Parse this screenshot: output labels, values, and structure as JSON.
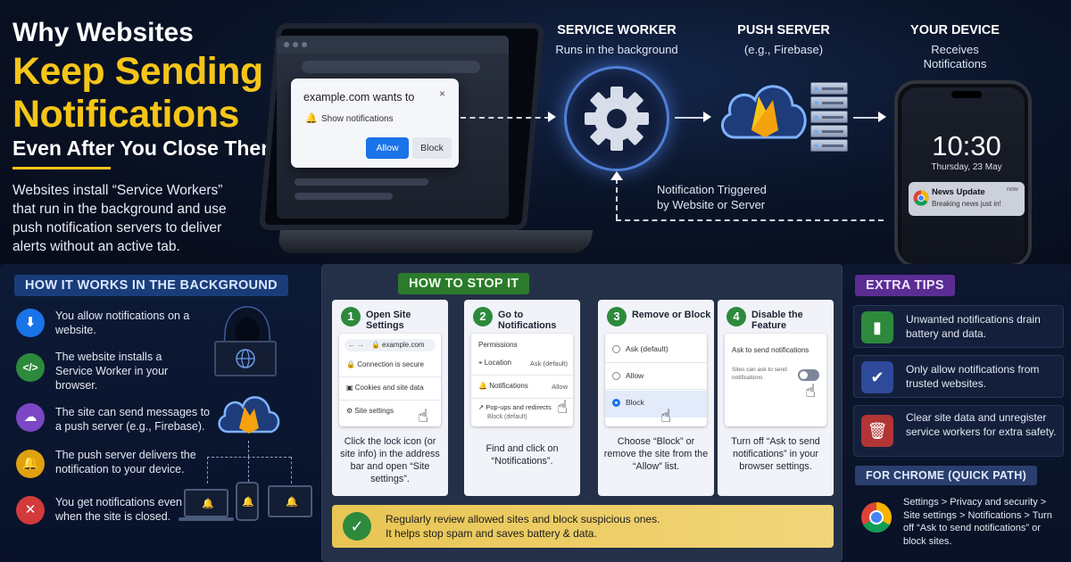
{
  "hero": {
    "title_line1": "Why Websites",
    "title_line2": "Keep Sending",
    "title_line3": "Notifications",
    "title_line4": "Even After You Close Them",
    "description": "Websites install “Service Workers” that run in the background and use push notification servers to deliver alerts without an active tab.",
    "popup": {
      "title": "example.com wants to",
      "close": "×",
      "permission_text": "Show notifications",
      "allow_label": "Allow",
      "block_label": "Block"
    }
  },
  "flow": {
    "service_worker": {
      "heading": "SERVICE WORKER",
      "caption": "Runs in the background"
    },
    "push_server": {
      "heading": "PUSH SERVER",
      "caption": "(e.g., Firebase)"
    },
    "device": {
      "heading": "YOUR DEVICE",
      "caption_line1": "Receives",
      "caption_line2": "Notifications"
    },
    "trigger_caption": "Notification Triggered by Website or Server"
  },
  "phone": {
    "time": "10:30",
    "date": "Thursday, 23 May",
    "notification": {
      "title": "News Update",
      "body": "Breaking news just in!",
      "time": "now"
    }
  },
  "how_it_works": {
    "heading": "HOW IT WORKS IN THE BACKGROUND",
    "items": [
      {
        "text": "You allow notifications on a website.",
        "color": "#1a73e8"
      },
      {
        "text": "The website installs a Service Worker in your browser.",
        "color": "#2d8a3c"
      },
      {
        "text": "The site can send messages to a push server (e.g., Firebase).",
        "color": "#7b47c4"
      },
      {
        "text": "The push server delivers the notification to your device.",
        "color": "#e0a10f"
      },
      {
        "text": "You get notifications even when the site is closed.",
        "color": "#d33a3a"
      }
    ]
  },
  "how_to_stop": {
    "heading": "HOW TO STOP IT",
    "steps": [
      {
        "number": "1",
        "title": "Open Site Settings",
        "mock": {
          "url": "example.com",
          "row1": "Connection is secure",
          "row2": "Cookies and site data",
          "row3": "Site settings"
        },
        "desc": "Click the lock icon (or site info) in the address bar and open “Site settings”."
      },
      {
        "number": "2",
        "title": "Go to Notifications",
        "mock": {
          "header": "Permissions",
          "row1": "Location",
          "row1_value": "Ask (default)",
          "row2": "Notifications",
          "row2_value": "Allow",
          "row3": "Pop-ups and redirects",
          "row3_sub": "Block (default)"
        },
        "desc": "Find and click on “Notifications”."
      },
      {
        "number": "3",
        "title": "Remove or Block",
        "mock": {
          "opt1": "Ask (default)",
          "opt2": "Allow",
          "opt3": "Block"
        },
        "desc": "Choose “Block” or remove the site from the “Allow” list."
      },
      {
        "number": "4",
        "title": "Disable the Feature",
        "mock": {
          "header": "Ask to send notifications",
          "sub": "Sites can ask to send notifications"
        },
        "desc": "Turn off “Ask to send notifications” in your browser settings."
      }
    ],
    "banner_line1": "Regularly review allowed sites and block suspicious ones.",
    "banner_line2": "It helps stop spam and saves battery & data."
  },
  "extra_tips": {
    "heading": "EXTRA TIPS",
    "items": [
      {
        "text": "Unwanted notifications drain battery and data.",
        "color": "#2d8a3c"
      },
      {
        "text": "Only allow notifications from trusted websites.",
        "color": "#2e4a9a"
      },
      {
        "text": "Clear site data and unregister service workers for extra safety.",
        "color": "#b23535"
      }
    ],
    "chrome_heading": "FOR CHROME (QUICK PATH)",
    "chrome_path": "Settings > Privacy and security > Site settings > Notifications > Turn off “Ask to send notifications” or block sites."
  },
  "icons": {
    "download": "download-icon",
    "code": "code-icon",
    "cloud": "cloud-upload-icon",
    "bell": "bell-icon",
    "close": "x-icon",
    "battery": "battery-icon",
    "shield": "shield-check-icon",
    "trash": "trash-icon",
    "chrome": "chrome-logo-icon"
  },
  "colors": {
    "accent_yellow": "#f5c518",
    "green": "#2d8a3c",
    "blue": "#1a73e8",
    "purple": "#5b2d93"
  }
}
